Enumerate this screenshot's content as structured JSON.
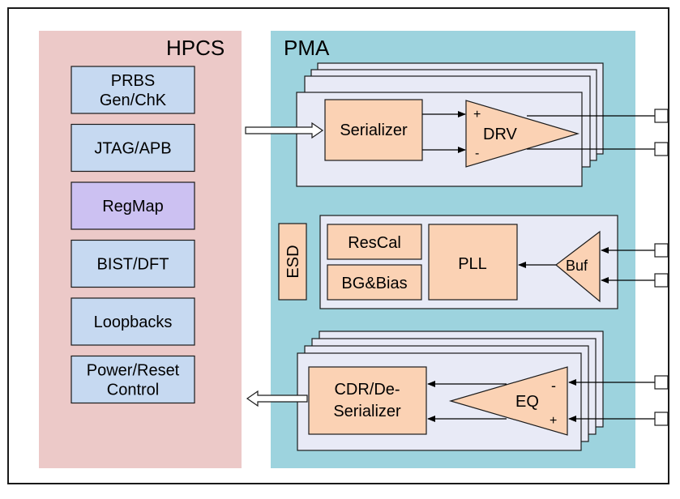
{
  "hpcs": {
    "title": "HPCS",
    "blocks": [
      {
        "lines": [
          "PRBS",
          "Gen/ChK"
        ],
        "color": "#c6d9f1"
      },
      {
        "lines": [
          "JTAG/APB"
        ],
        "color": "#c6d9f1"
      },
      {
        "lines": [
          "RegMap"
        ],
        "color": "#ccc1f2"
      },
      {
        "lines": [
          "BIST/DFT"
        ],
        "color": "#c6d9f1"
      },
      {
        "lines": [
          "Loopbacks"
        ],
        "color": "#c6d9f1"
      },
      {
        "lines": [
          "Power/Reset",
          "Control"
        ],
        "color": "#c6d9f1"
      }
    ]
  },
  "pma": {
    "title": "PMA",
    "serializer": "Serializer",
    "driver": "DRV",
    "driver_plus": "+",
    "driver_minus": "-",
    "esd": "ESD",
    "rescal": "ResCal",
    "bgbias": "BG&Bias",
    "pll": "PLL",
    "buf": "Buf",
    "cdr_line1": "CDR/De-",
    "cdr_line2": "Serializer",
    "eq": "EQ",
    "eq_minus": "-",
    "eq_plus": "+"
  },
  "colors": {
    "hpcs_bg": "#ecc9c8",
    "pma_bg": "#9dd3de",
    "lane_bg": "#e8eaf6",
    "orange": "#fbd2b4",
    "outline": "#1a1a1a"
  }
}
